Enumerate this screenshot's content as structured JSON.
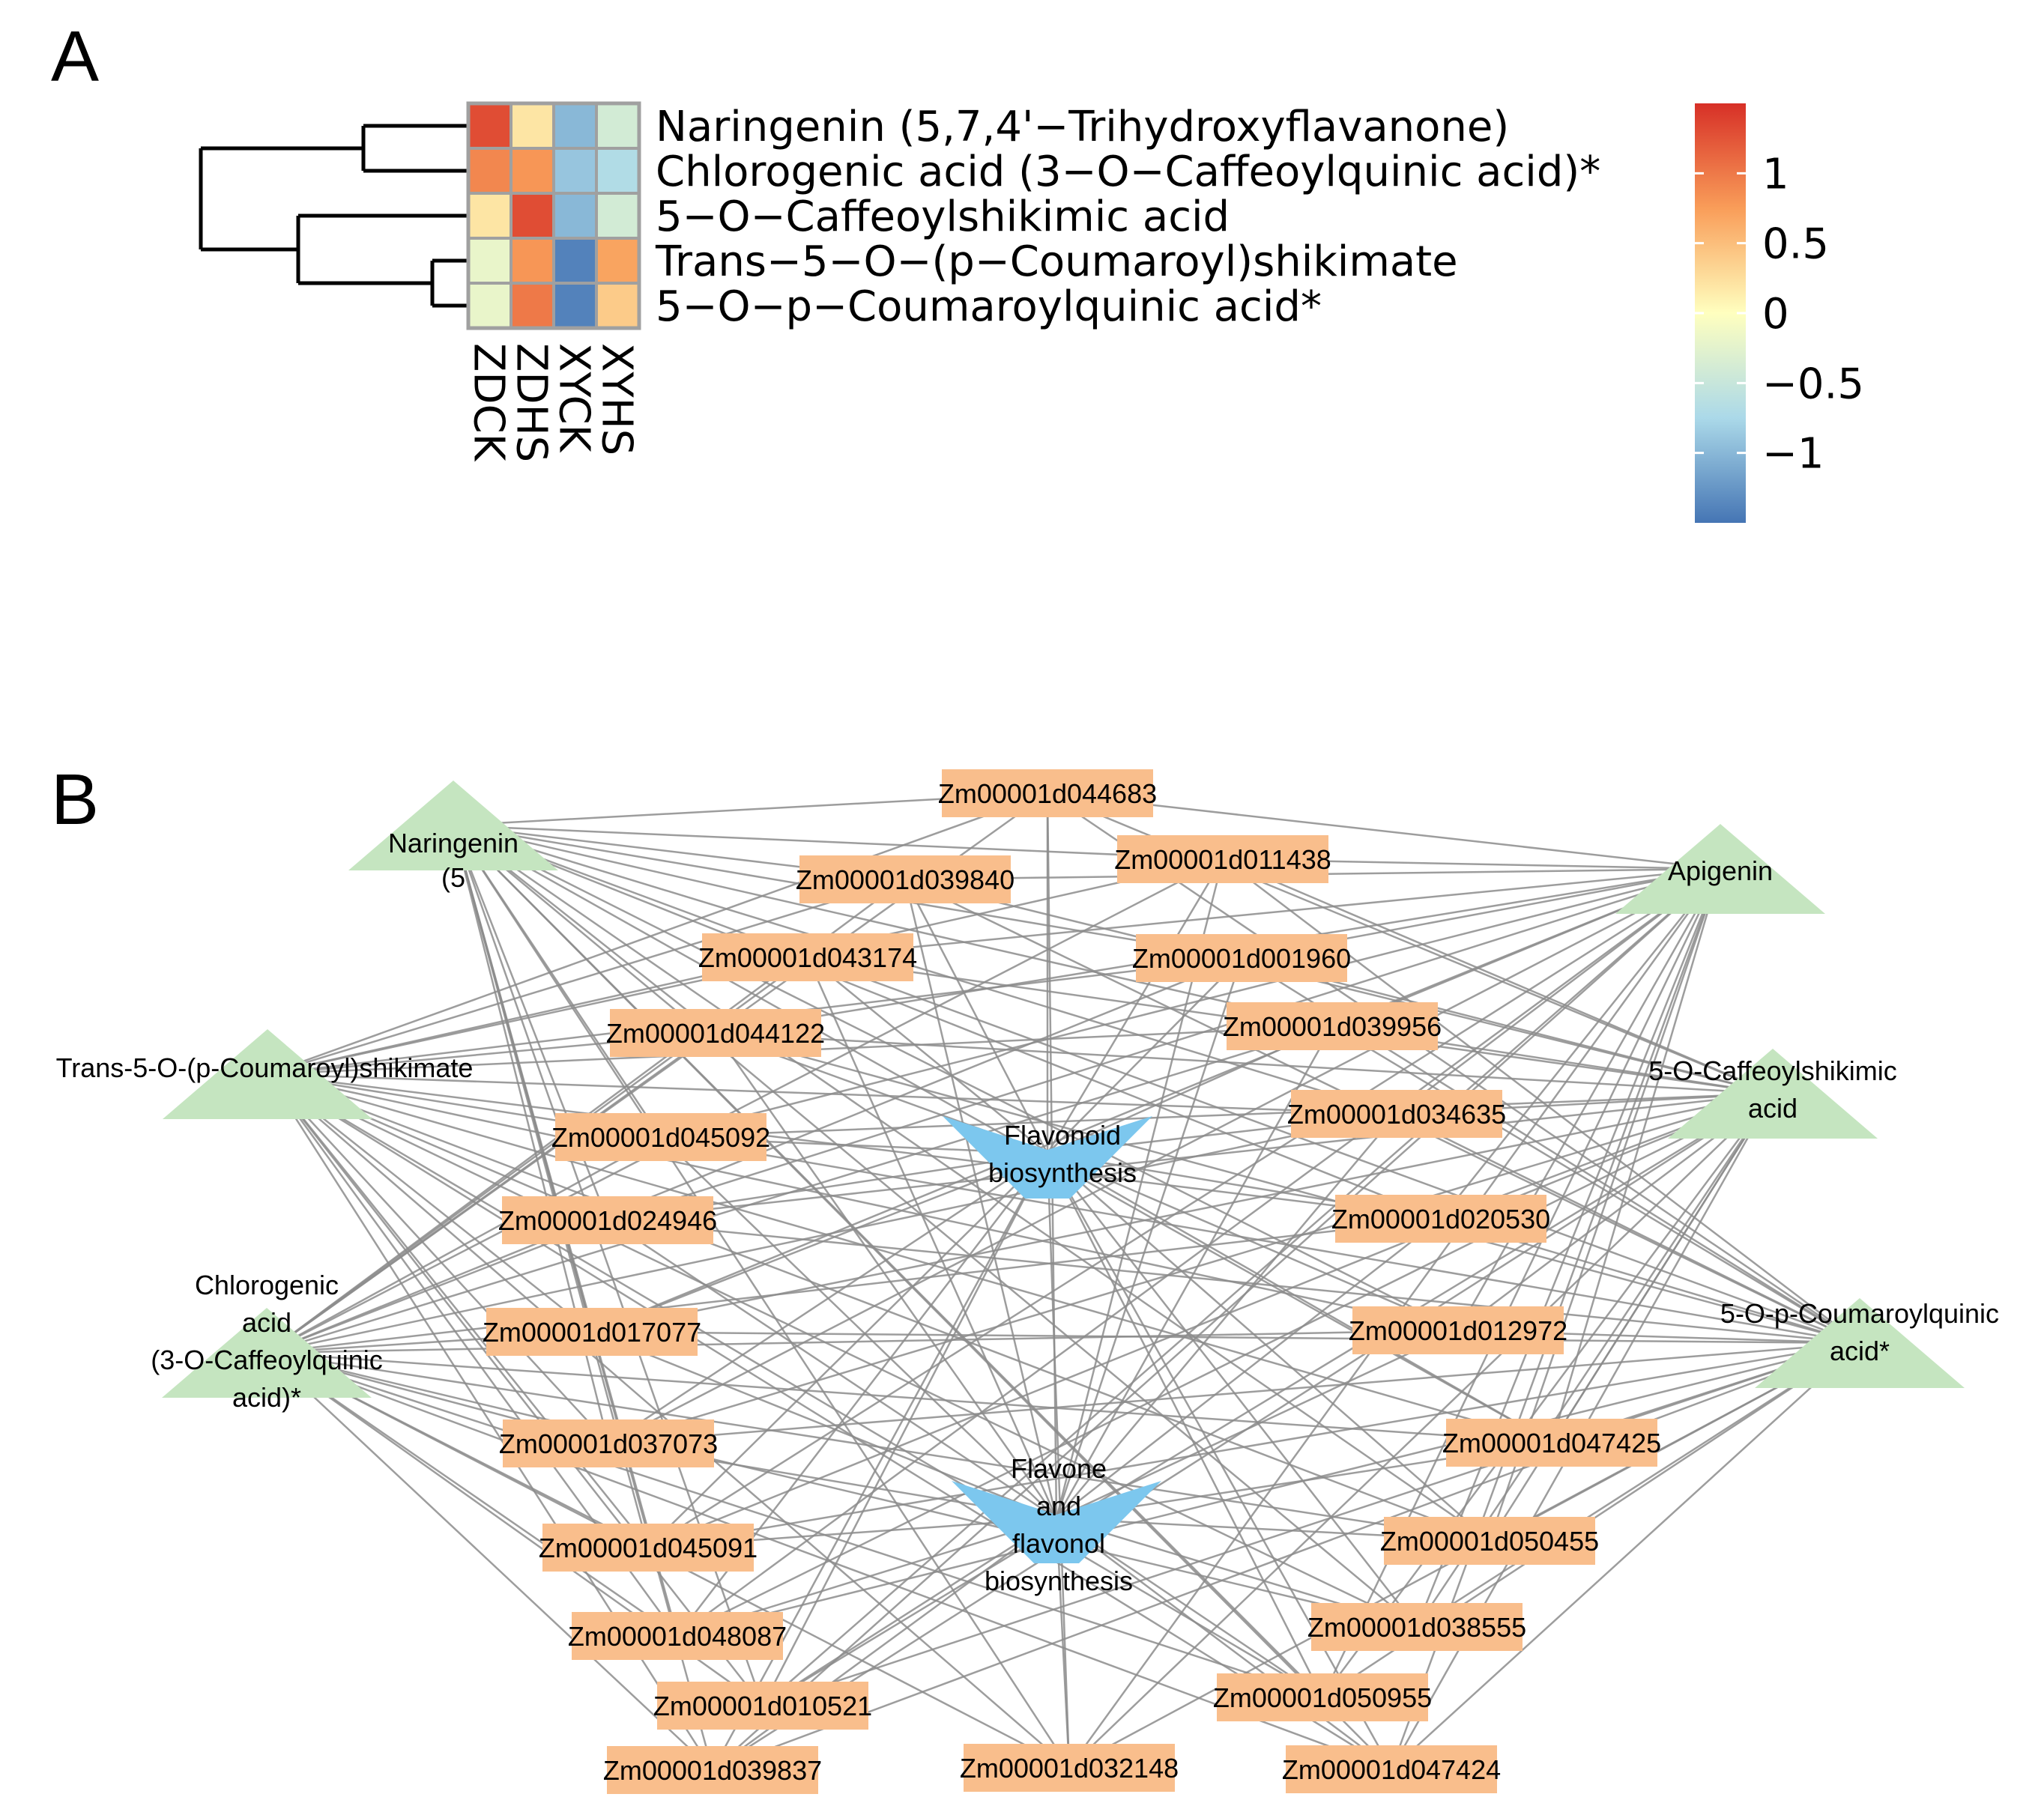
{
  "panels": {
    "a": "A",
    "b": "B"
  },
  "colors": {
    "gene": "#F9BE8C",
    "metabolite": "#C5E5C0",
    "pathway": "#7CC7EE",
    "edge": "#8C8C8C",
    "heat_border": "#A0A0A0",
    "dendrogram": "#000000"
  },
  "chart_data": [
    {
      "type": "heatmap",
      "rows": [
        "Naringenin (5,7,4'−Trihydroxyflavanone)",
        "Chlorogenic acid (3−O−Caffeoylquinic acid)*",
        "5−O−Caffeoylshikimic acid",
        "Trans−5−O−(p−Coumaroyl)shikimate",
        "5−O−p−Coumaroylquinic acid*"
      ],
      "columns": [
        "ZDCK",
        "ZDHS",
        "XYCK",
        "XYHS"
      ],
      "values": [
        [
          1.3,
          0.2,
          -1.0,
          -0.4
        ],
        [
          0.9,
          0.8,
          -0.9,
          -0.7
        ],
        [
          0.2,
          1.3,
          -1.0,
          -0.4
        ],
        [
          -0.2,
          0.8,
          -1.4,
          0.7
        ],
        [
          -0.2,
          1.0,
          -1.4,
          0.4
        ]
      ],
      "colorbar": {
        "range": [
          -1.5,
          1.5
        ],
        "ticks": [
          1,
          0.5,
          0,
          -0.5,
          -1
        ],
        "tick_labels": [
          "1",
          "0.5",
          "0",
          "−0.5",
          "−1"
        ]
      },
      "row_dendrogram": "((Naringenin, Chlorogenic acid), (5-O-Caffeoylshikimic acid, (Trans-5-O-(p-Coumaroyl)shikimate, 5-O-p-Coumaroylquinic acid)))"
    },
    {
      "type": "network",
      "metabolites": [
        {
          "id": "m_nar",
          "label": [
            "Naringenin",
            "(5"
          ]
        },
        {
          "id": "m_api",
          "label": [
            "Apigenin"
          ]
        },
        {
          "id": "m_trans",
          "label": [
            "Trans-5-O-(p-Coumaroyl)shikimate"
          ]
        },
        {
          "id": "m_caff",
          "label": [
            "5-O-Caffeoylshikimic",
            "acid"
          ]
        },
        {
          "id": "m_chlor",
          "label": [
            "Chlorogenic",
            "acid",
            "(3-O-Caffeoylquinic",
            "acid)*"
          ]
        },
        {
          "id": "m_coum",
          "label": [
            "5-O-p-Coumaroylquinic",
            "acid*"
          ]
        }
      ],
      "pathways": [
        {
          "id": "p_flav",
          "label": [
            "Flavonoid",
            "biosynthesis"
          ]
        },
        {
          "id": "p_flavone",
          "label": [
            "Flavone",
            "and",
            "flavonol",
            "biosynthesis"
          ]
        }
      ],
      "genes": [
        "Zm00001d044683",
        "Zm00001d011438",
        "Zm00001d039840",
        "Zm00001d043174",
        "Zm00001d001960",
        "Zm00001d039956",
        "Zm00001d044122",
        "Zm00001d034635",
        "Zm00001d045092",
        "Zm00001d024946",
        "Zm00001d020530",
        "Zm00001d017077",
        "Zm00001d012972",
        "Zm00001d037073",
        "Zm00001d047425",
        "Zm00001d045091",
        "Zm00001d050455",
        "Zm00001d038555",
        "Zm00001d048087",
        "Zm00001d010521",
        "Zm00001d050955",
        "Zm00001d039837",
        "Zm00001d032148",
        "Zm00001d047424"
      ],
      "edges_from_each_metabolite_and_pathway": "all genes"
    }
  ]
}
